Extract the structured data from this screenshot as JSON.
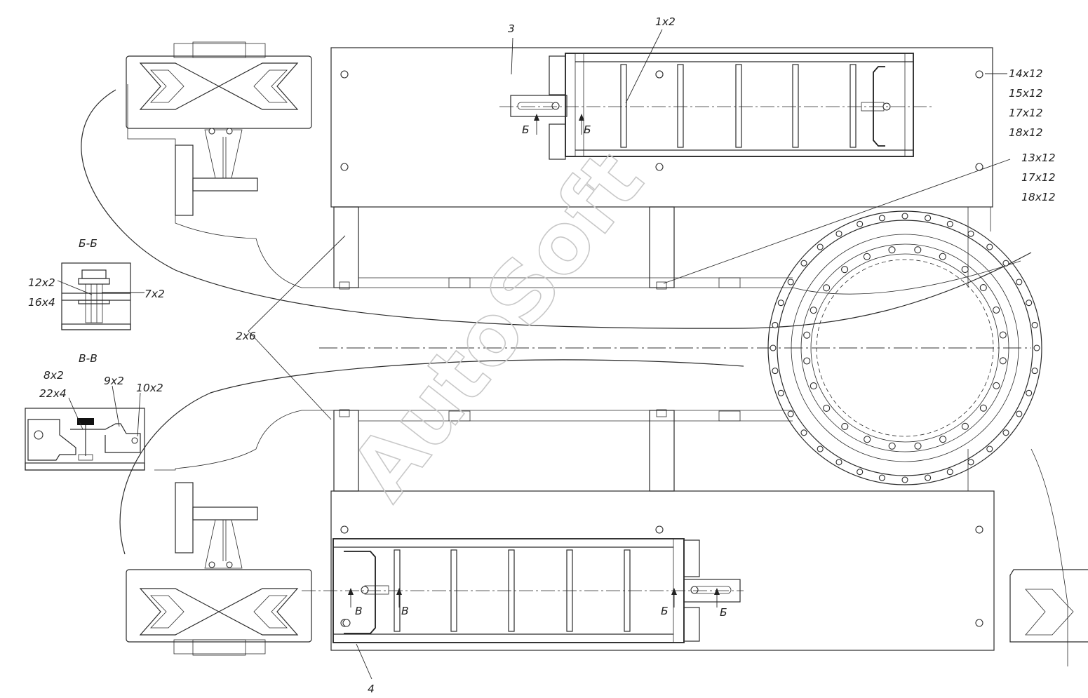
{
  "labels": {
    "part_3": "3",
    "part_1x2": "1x2",
    "part_14x12": "14x12",
    "part_15x12": "15x12",
    "part_17x12_a": "17x12",
    "part_18x12_a": "18x12",
    "part_13x12": "13x12",
    "part_17x12_b": "17x12",
    "part_18x12_b": "18x12",
    "part_2x6": "2x6",
    "part_4": "4",
    "part_12x2": "12x2",
    "part_16x4": "16x4",
    "part_7x2": "7x2",
    "part_8x2": "8x2",
    "part_22x4": "22x4",
    "part_9x2": "9x2",
    "part_10x2": "10x2"
  },
  "sections": {
    "bb_title": "Б-Б",
    "vv_title": "В-В",
    "cut_b": "Б",
    "cut_v": "В"
  },
  "watermark": "AutoSoft"
}
